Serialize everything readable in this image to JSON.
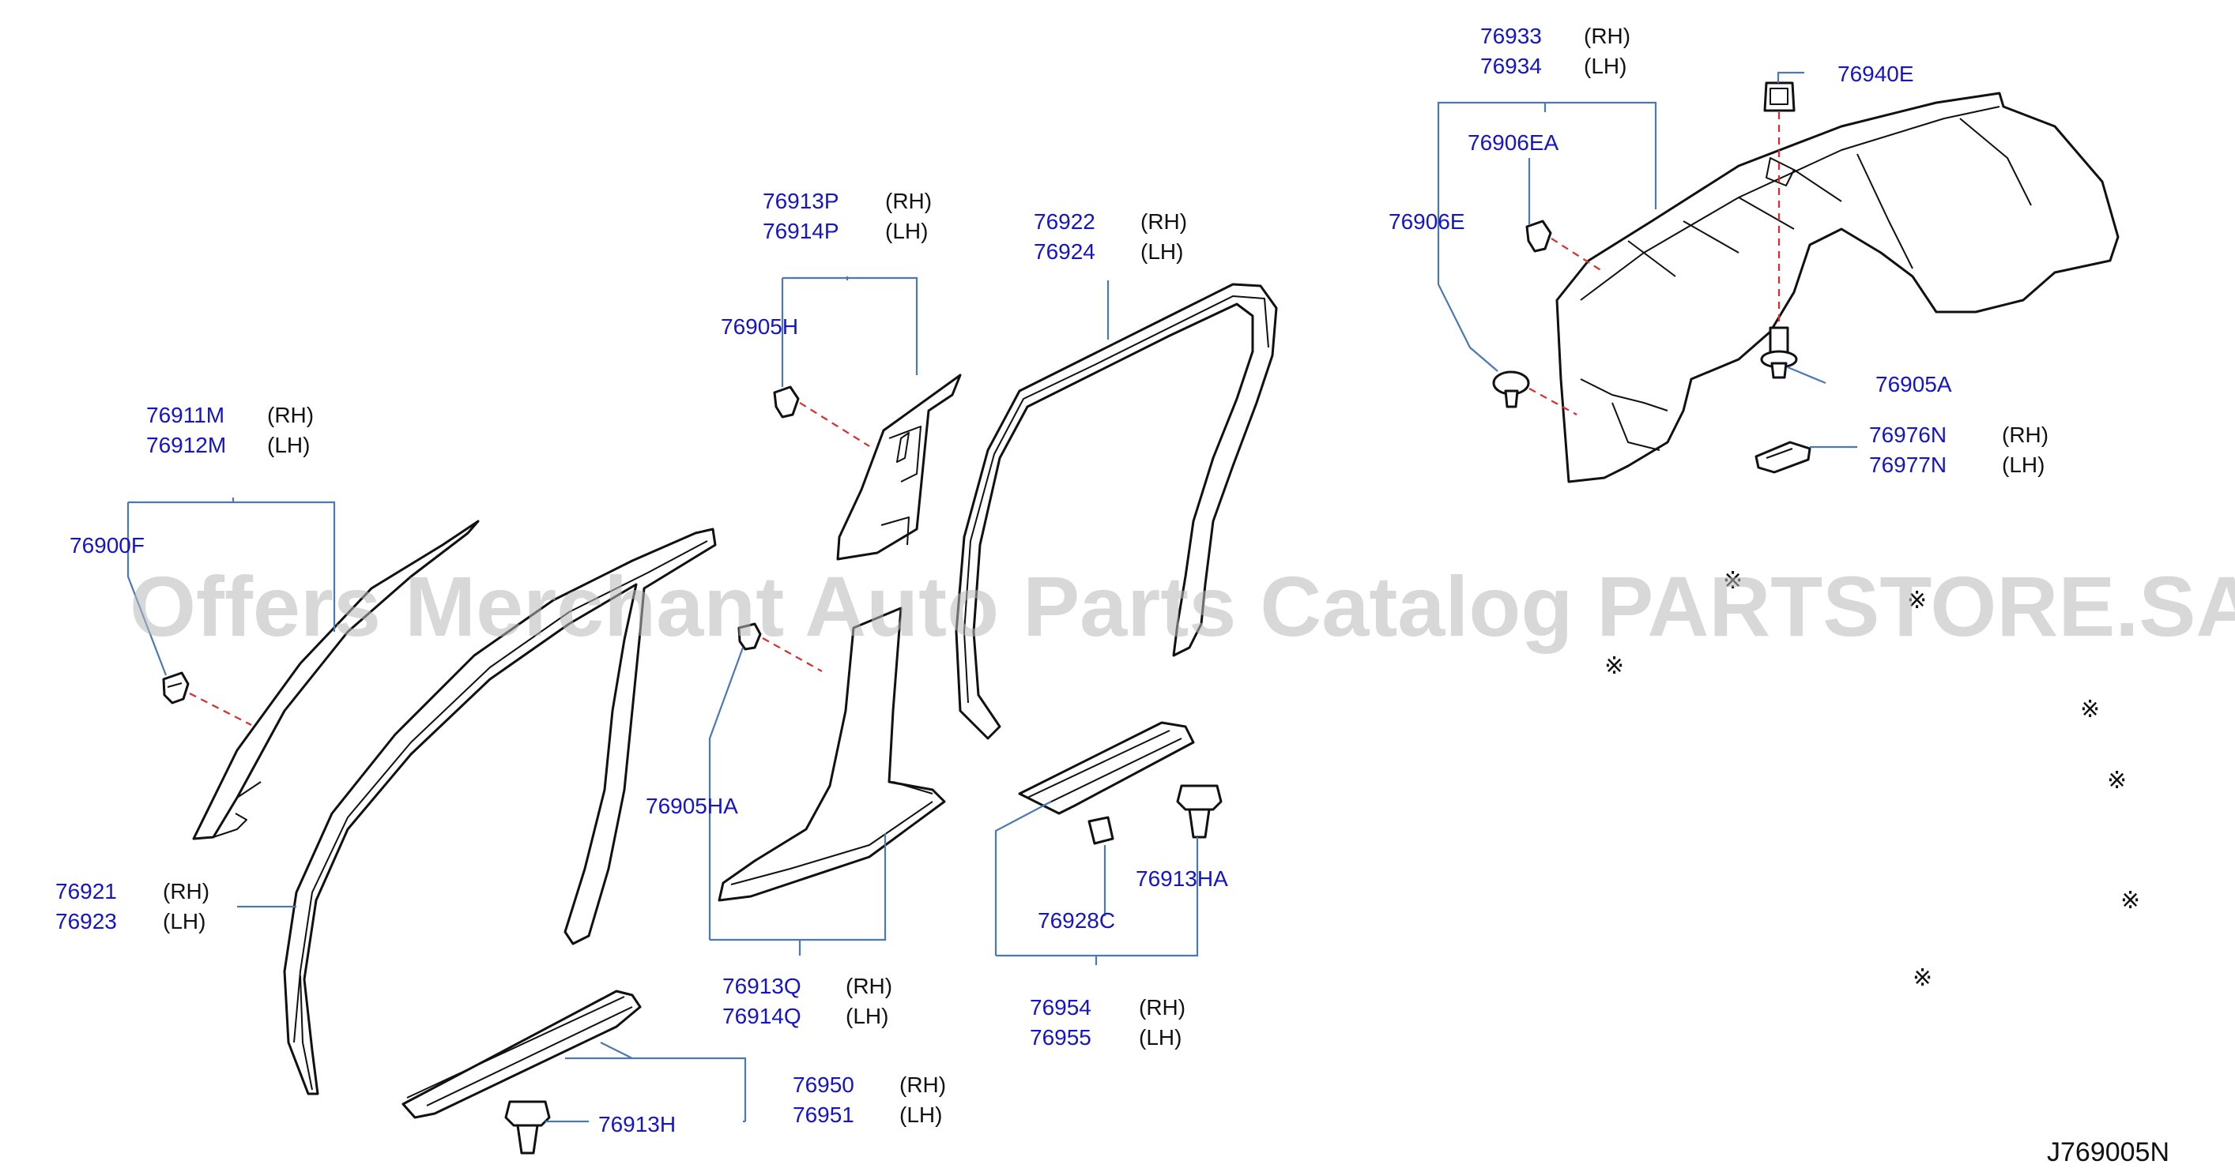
{
  "watermark": "Offers Merchant Auto Parts Catalog PARTSTORE.SA",
  "diagram_code": "J769005N",
  "note_symbol": "※",
  "colors": {
    "part_number": "#1414c8",
    "leader": "#4a78b8",
    "centerline": "#e02a2a"
  },
  "labels": {
    "p76933": "76933",
    "p76934": "76934",
    "p76940E": "76940E",
    "p76906EA": "76906EA",
    "p76906E": "76906E",
    "p76905A": "76905A",
    "p76976N": "76976N",
    "p76977N": "76977N",
    "p76913P": "76913P",
    "p76914P": "76914P",
    "p76922": "76922",
    "p76924": "76924",
    "p76905H": "76905H",
    "p76911M": "76911M",
    "p76912M": "76912M",
    "p76900F": "76900F",
    "p76905HA": "76905HA",
    "p76921": "76921",
    "p76923": "76923",
    "p76928C": "76928C",
    "p76913HA": "76913HA",
    "p76913Q": "76913Q",
    "p76914Q": "76914Q",
    "p76954": "76954",
    "p76955": "76955",
    "p76950": "76950",
    "p76951": "76951",
    "p76913H": "76913H"
  },
  "sides": {
    "rh": "(RH)",
    "lh": "(LH)"
  }
}
